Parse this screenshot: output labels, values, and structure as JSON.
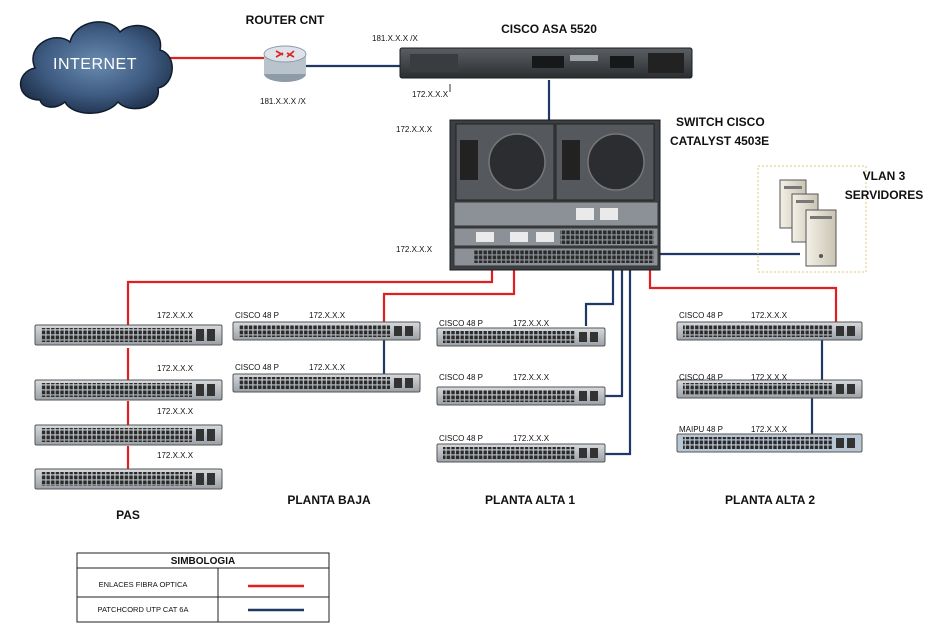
{
  "internet": {
    "label": "INTERNET"
  },
  "router": {
    "title": "ROUTER CNT",
    "ip_top": "181.X.X.X /X",
    "ip_bottom": "181.X.X.X /X"
  },
  "asa": {
    "title": "CISCO ASA 5520",
    "ip_bottom": "172.X.X.X"
  },
  "core_switch": {
    "title_line1": "SWITCH CISCO",
    "title_line2": "CATALYST 4503E",
    "ip_top": "172.X.X.X",
    "ip_bottom": "172.X.X.X"
  },
  "servers": {
    "title_line1": "VLAN 3",
    "title_line2": "SERVIDORES"
  },
  "groups": {
    "pas": {
      "label": "PAS",
      "switches": [
        {
          "ip": "172.X.X.X"
        },
        {
          "ip": "172.X.X.X"
        },
        {
          "ip": "172.X.X.X"
        },
        {
          "ip": "172.X.X.X"
        }
      ]
    },
    "planta_baja": {
      "label": "PLANTA BAJA",
      "switches": [
        {
          "name": "CISCO 48 P",
          "ip": "172.X.X.X"
        },
        {
          "name": "CISCO 48 P",
          "ip": "172.X.X.X"
        }
      ]
    },
    "planta_alta_1": {
      "label": "PLANTA ALTA 1",
      "switches": [
        {
          "name": "CISCO 48 P",
          "ip": "172.X.X.X"
        },
        {
          "name": "CISCO 48 P",
          "ip": "172.X.X.X"
        },
        {
          "name": "CISCO 48 P",
          "ip": "172.X.X.X"
        }
      ]
    },
    "planta_alta_2": {
      "label": "PLANTA ALTA 2",
      "switches": [
        {
          "name": "CISCO 48 P",
          "ip": "172.X.X.X"
        },
        {
          "name": "CISCO 48 P",
          "ip": "172.X.X.X"
        },
        {
          "name": "MAIPU 48 P",
          "ip": "172.X.X.X"
        }
      ]
    }
  },
  "legend": {
    "title": "SIMBOLOGIA",
    "rows": [
      {
        "label": "ENLACES FIBRA OPTICA",
        "color": "#e02020"
      },
      {
        "label": "PATCHCORD UTP CAT 6A",
        "color": "#1f3864"
      }
    ]
  },
  "colors": {
    "fiber": "#e02020",
    "utp": "#1f3864"
  }
}
